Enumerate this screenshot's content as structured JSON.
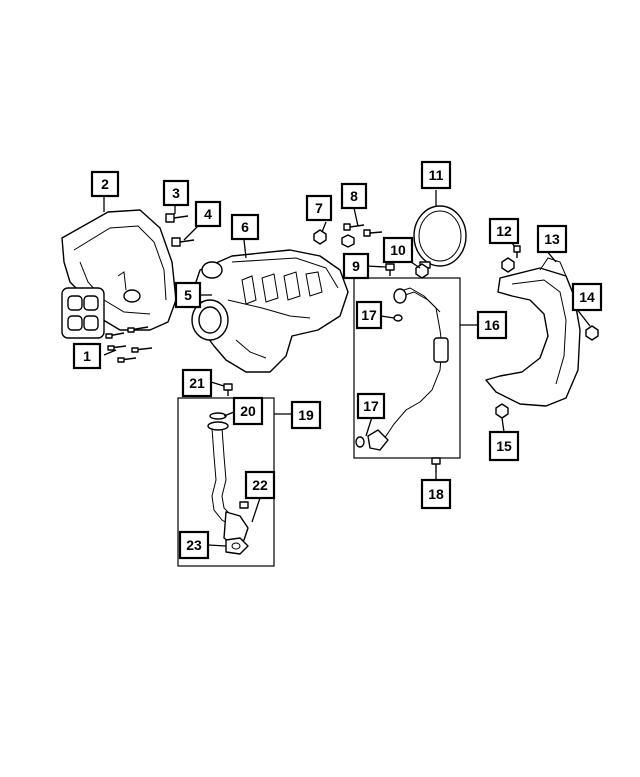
{
  "callouts": [
    {
      "id": "c1",
      "label": "1"
    },
    {
      "id": "c2",
      "label": "2"
    },
    {
      "id": "c3",
      "label": "3"
    },
    {
      "id": "c4",
      "label": "4"
    },
    {
      "id": "c5",
      "label": "5"
    },
    {
      "id": "c6",
      "label": "6"
    },
    {
      "id": "c7",
      "label": "7"
    },
    {
      "id": "c8",
      "label": "8"
    },
    {
      "id": "c9",
      "label": "9"
    },
    {
      "id": "c10",
      "label": "10"
    },
    {
      "id": "c11",
      "label": "11"
    },
    {
      "id": "c12",
      "label": "12"
    },
    {
      "id": "c13",
      "label": "13"
    },
    {
      "id": "c14",
      "label": "14"
    },
    {
      "id": "c15",
      "label": "15"
    },
    {
      "id": "c16",
      "label": "16"
    },
    {
      "id": "c17a",
      "label": "17"
    },
    {
      "id": "c17b",
      "label": "17"
    },
    {
      "id": "c18",
      "label": "18"
    },
    {
      "id": "c19",
      "label": "19"
    },
    {
      "id": "c20",
      "label": "20"
    },
    {
      "id": "c21",
      "label": "21"
    },
    {
      "id": "c22",
      "label": "22"
    },
    {
      "id": "c23",
      "label": "23"
    }
  ]
}
